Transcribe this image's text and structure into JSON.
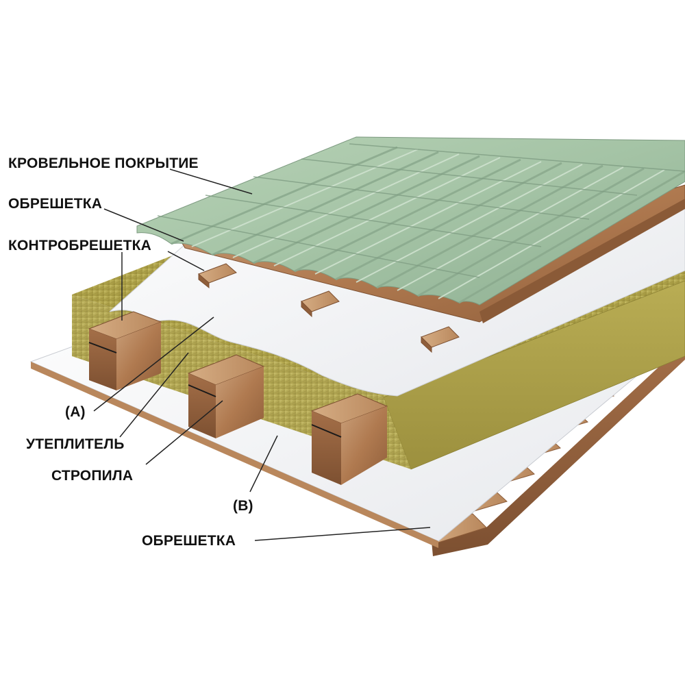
{
  "labels": {
    "roof_covering": "КРОВЕЛЬНОЕ ПОКРЫТИЕ",
    "batten_top": "ОБРЕШЕТКА",
    "counter_batten": "КОНТРОБРЕШЕТКА",
    "membrane_a": "(A)",
    "insulation": "УТЕПЛИТЕЛЬ",
    "rafters": "СТРОПИЛА",
    "membrane_b": "(B)",
    "batten_bottom": "ОБРЕШЕТКА"
  },
  "colors": {
    "metal_tile": "#a9c7aa",
    "metal_tile_dark": "#86a78a",
    "wood": "#b8825a",
    "wood_dark": "#8a5a37",
    "insulation": "#b7ac55",
    "membrane": "#f4f5f7",
    "text": "#111111"
  }
}
